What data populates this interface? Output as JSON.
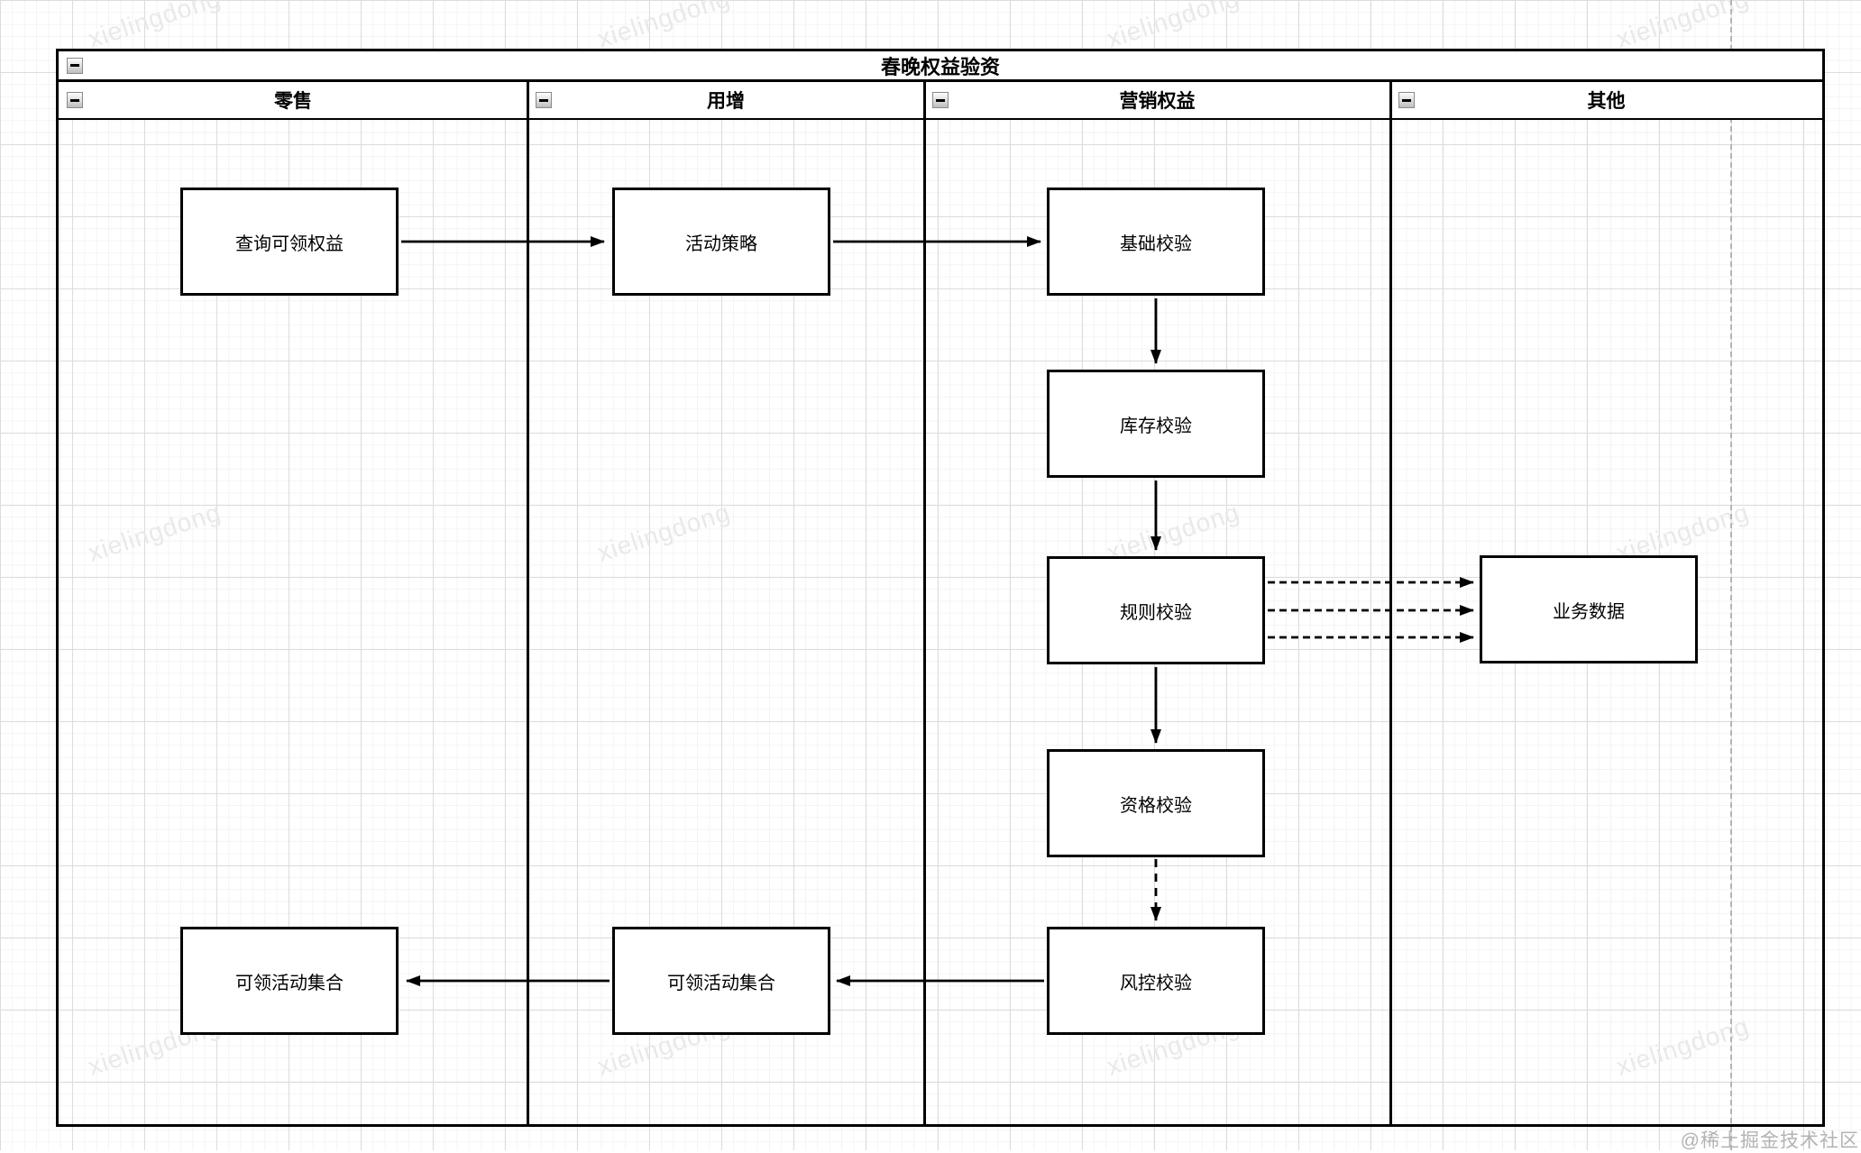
{
  "pool": {
    "title": "春晚权益验资",
    "lanes": [
      {
        "id": "retail",
        "label": "零售"
      },
      {
        "id": "user-growth",
        "label": "用增"
      },
      {
        "id": "marketing-rights",
        "label": "营销权益"
      },
      {
        "id": "other",
        "label": "其他"
      }
    ]
  },
  "nodes": {
    "query_claimable_rights": {
      "label": "查询可领权益",
      "lane": "零售"
    },
    "activity_strategy": {
      "label": "活动策略",
      "lane": "用增"
    },
    "basic_check": {
      "label": "基础校验",
      "lane": "营销权益"
    },
    "inventory_check": {
      "label": "库存校验",
      "lane": "营销权益"
    },
    "rule_check": {
      "label": "规则校验",
      "lane": "营销权益"
    },
    "business_data": {
      "label": "业务数据",
      "lane": "其他"
    },
    "qualification_check": {
      "label": "资格校验",
      "lane": "营销权益"
    },
    "risk_check": {
      "label": "风控校验",
      "lane": "营销权益"
    },
    "claimable_activity_set_user_growth": {
      "label": "可领活动集合",
      "lane": "用增"
    },
    "claimable_activity_set_retail": {
      "label": "可领活动集合",
      "lane": "零售"
    }
  },
  "edges": [
    {
      "from": "query_claimable_rights",
      "to": "activity_strategy",
      "style": "solid"
    },
    {
      "from": "activity_strategy",
      "to": "basic_check",
      "style": "solid"
    },
    {
      "from": "basic_check",
      "to": "inventory_check",
      "style": "solid"
    },
    {
      "from": "inventory_check",
      "to": "rule_check",
      "style": "solid"
    },
    {
      "from": "rule_check",
      "to": "qualification_check",
      "style": "solid"
    },
    {
      "from": "qualification_check",
      "to": "risk_check",
      "style": "dashed"
    },
    {
      "from": "rule_check",
      "to": "business_data",
      "style": "dashed",
      "count": 3
    },
    {
      "from": "risk_check",
      "to": "claimable_activity_set_user_growth",
      "style": "solid"
    },
    {
      "from": "claimable_activity_set_user_growth",
      "to": "claimable_activity_set_retail",
      "style": "solid"
    }
  ],
  "icons": {
    "collapse": "minus-box"
  },
  "watermark": {
    "text": "xielingdong"
  },
  "credit": "@稀土掘金技术社区",
  "colors": {
    "stroke": "#000000",
    "node_fill": "#ffffff",
    "grid_minor": "#f4f4f4",
    "grid_major": "#dcdcdc",
    "watermark": "#e9e9e9",
    "credit_text": "#b3b3b3",
    "page_break": "#b5b5b5"
  }
}
